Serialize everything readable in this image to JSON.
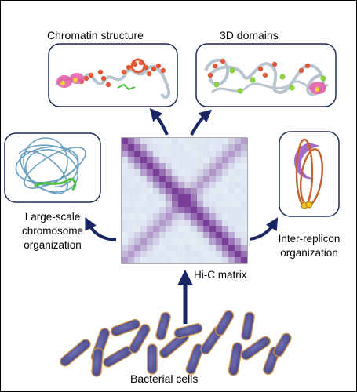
{
  "labels": {
    "chromatin_structure": "Chromatin structure",
    "domains_3d": "3D domains",
    "large_scale": "Large-scale chromosome organization",
    "inter_replicon": "Inter-replicon organization",
    "hic_matrix": "Hi-C matrix",
    "bacterial_cells": "Bacterial cells"
  },
  "colors": {
    "panel_border": "#1e2a5a",
    "arrow": "#1a2563",
    "matrix_diag": "#7a3d9a",
    "matrix_bg": "#e3edf5",
    "cell_fill": "#5a5a9c",
    "cell_outline": "#c89050",
    "chromatin_bead": "#e05a3a",
    "polymer": "#b8c4d0",
    "nucleoid_loop": "#6aa0c0",
    "replicon_purple": "#a46ac8",
    "replicon_orange": "#c8602a"
  }
}
